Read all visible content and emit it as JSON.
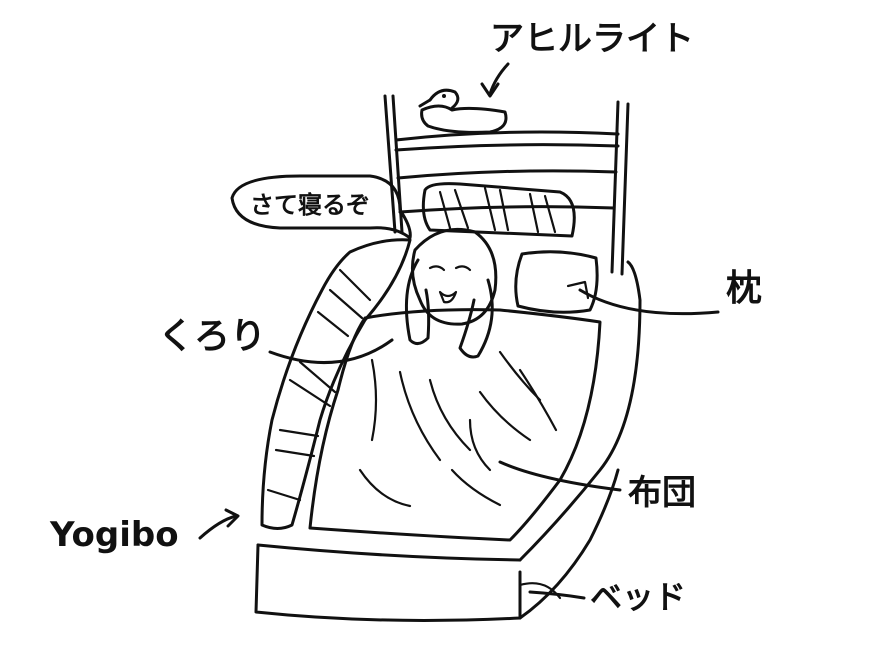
{
  "labels": {
    "duck_light": "アヒルライト",
    "speech": "さて寝るぞ",
    "pillow": "枕",
    "kurori": "くろり",
    "futon": "布団",
    "yogibo": "Yogibo",
    "bed": "ベッド"
  }
}
